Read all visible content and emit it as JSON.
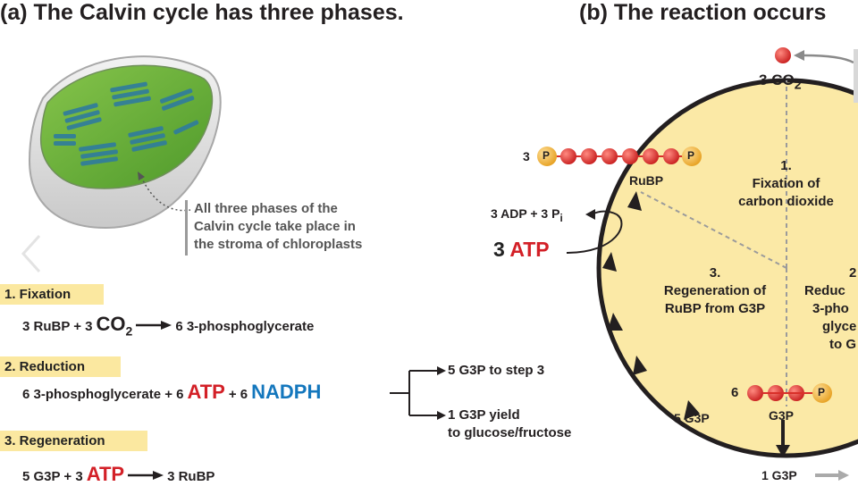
{
  "panel_a": {
    "title": "(a) The Calvin cycle has three phases.",
    "caption_lines": [
      "All three phases of the",
      "Calvin cycle take place in",
      "the stroma of chloroplasts"
    ],
    "phases": [
      {
        "label": "1. Fixation",
        "equation": {
          "prefix": "3 RuBP + 3",
          "molecule": "CO",
          "sub": "2",
          "product": "6 3-phosphoglycerate"
        }
      },
      {
        "label": "2. Reduction",
        "equation": {
          "prefix": "6 3-phosphoglycerate + 6",
          "atp": "ATP",
          "plus": "+ 6",
          "nadph": "NADPH"
        },
        "branches": [
          "5 G3P to step 3",
          "1 G3P yield",
          "to glucose/fructose"
        ]
      },
      {
        "label": "3. Regeneration",
        "equation": {
          "prefix": "5 G3P + 3",
          "atp": "ATP",
          "product": "3 RuBP"
        }
      }
    ]
  },
  "panel_b": {
    "title": "(b) The reaction occurs",
    "co2": {
      "count": "3",
      "molecule": "CO",
      "sub": "2"
    },
    "rubp": {
      "count": "3",
      "phosphate": "P",
      "name": "RuBP"
    },
    "adp_pi": {
      "text": "3 ADP + 3 P",
      "sub": "i"
    },
    "atp": {
      "count": "3",
      "label": "ATP"
    },
    "sectors": {
      "one": [
        "1.",
        "Fixation of",
        "carbon dioxide"
      ],
      "three": [
        "3.",
        "Regeneration of",
        "RuBP from G3P"
      ],
      "two": [
        "2",
        "Reduc",
        "3-pho",
        "glyce",
        "to G"
      ]
    },
    "g3p_bottom": {
      "count": "6",
      "phosphate": "P",
      "name": "G3P"
    },
    "g3p_left": "5 G3P",
    "g3p_out": "1 G3P"
  },
  "colors": {
    "phosphate_orange": "#f5b335",
    "carbon_red": "#e0312b",
    "phase_highlight": "#fbe8a0",
    "cycle_fill": "#fbe9a6",
    "atp_red": "#d32027",
    "nadph_blue": "#1477bd"
  },
  "icons": [
    "chloroplast-illustration",
    "carousel-prev-chevron-icon"
  ]
}
